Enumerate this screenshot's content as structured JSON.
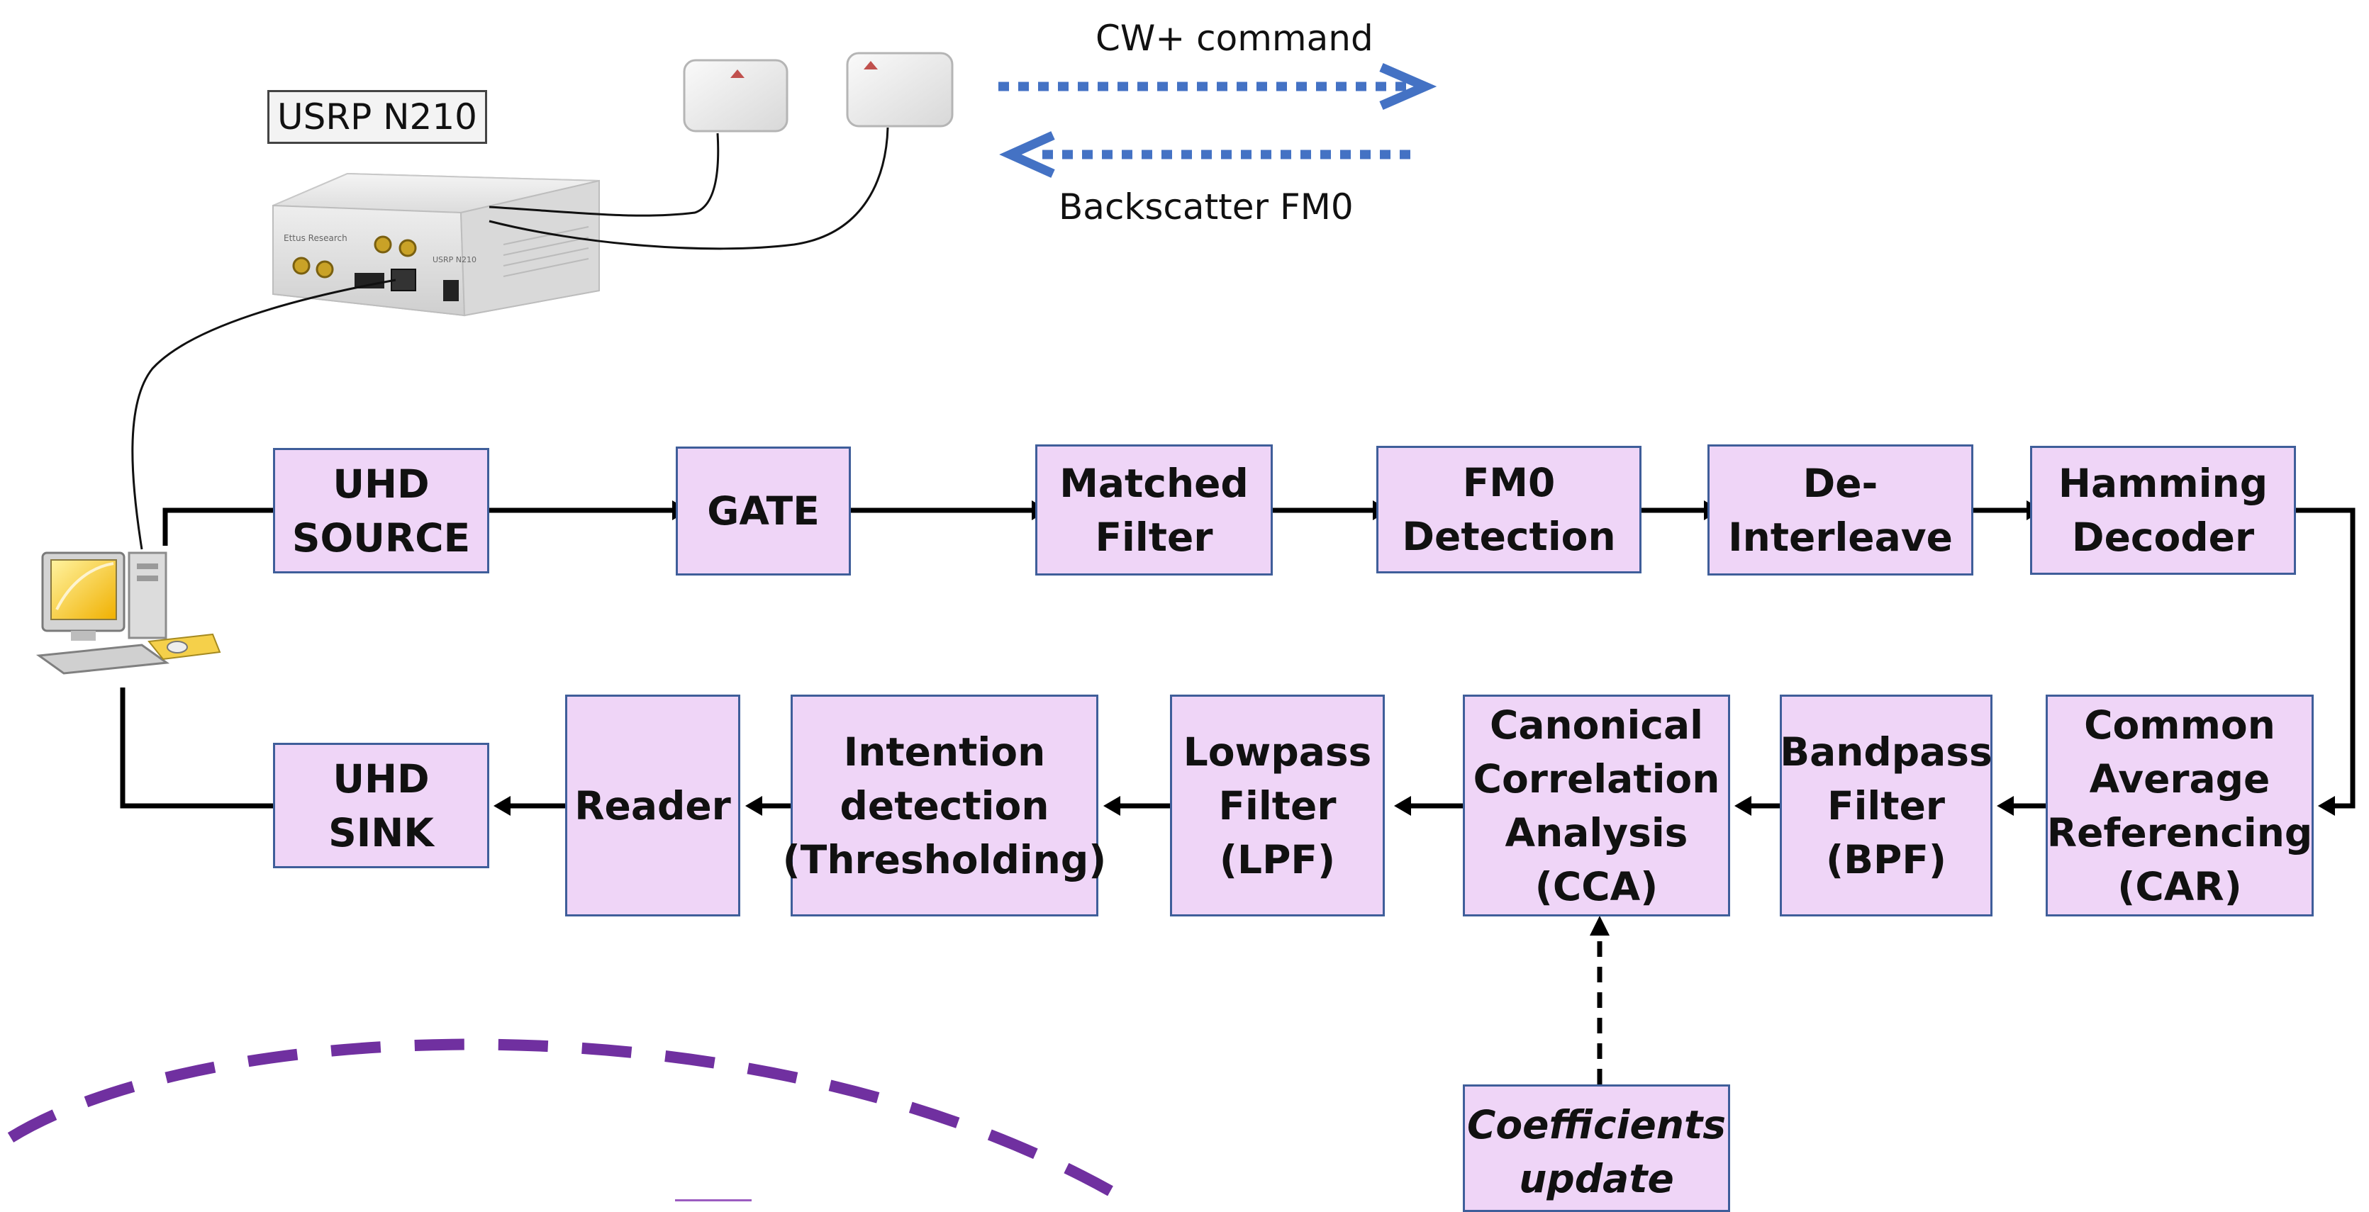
{
  "device": {
    "label": "USRP N210",
    "front_brand": "Ettus Research",
    "front_model": "USRP N210"
  },
  "links": {
    "downlink": "CW+ command",
    "uplink": "Backscatter FM0"
  },
  "colors": {
    "block_fill": "#efd5f7",
    "block_border": "#3f5e9a",
    "dotted_arrow": "#4472c4",
    "dashed_arc": "#7030a0",
    "connector": "#000000"
  },
  "pipeline": {
    "top_row": [
      "UHD\nSOURCE",
      "GATE",
      "Matched\nFilter",
      "FM0\nDetection",
      "De-\nInterleave",
      "Hamming\nDecoder"
    ],
    "bottom_row": [
      "Common\nAverage\nReferencing\n(CAR)",
      "Bandpass\nFilter\n(BPF)",
      "Canonical\nCorrelation\nAnalysis\n(CCA)",
      "Lowpass\nFilter\n(LPF)",
      "Intention\ndetection\n(Thresholding)",
      "Reader",
      "UHD\nSINK"
    ],
    "feedback": "Coefficients\nupdate"
  },
  "icons": [
    "usrp-device-icon",
    "antenna-icon",
    "computer-icon"
  ]
}
